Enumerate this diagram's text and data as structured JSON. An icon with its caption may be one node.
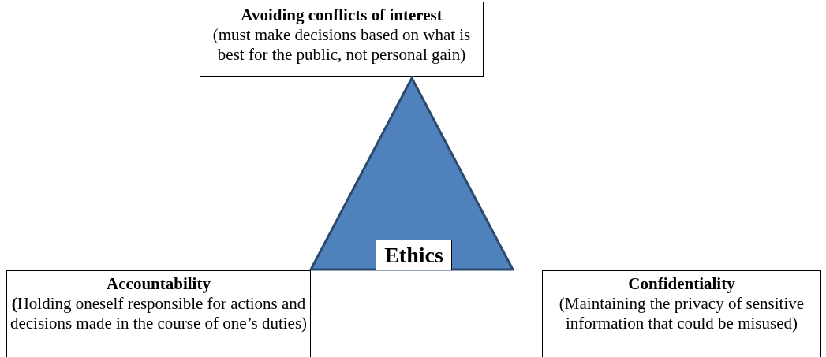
{
  "diagram": {
    "nodes": [
      {
        "text": [
          "Avoiding conflicts of interest",
          "(must make decisions based on what is best for the public, not personal gain)"
        ]
      },
      {
        "text": [],
        "shape": "triangle"
      },
      {
        "text": [
          "Ethics"
        ],
        "in": 1
      },
      {
        "text": [
          "Accountability",
          "**(**Holding oneself responsible for actions and decisions made in the course of one’s duties)"
        ]
      },
      {
        "text": [
          "Confidentiality",
          "(Maintaining the privacy of sensitive information that could be misused)"
        ]
      }
    ]
  }
}
